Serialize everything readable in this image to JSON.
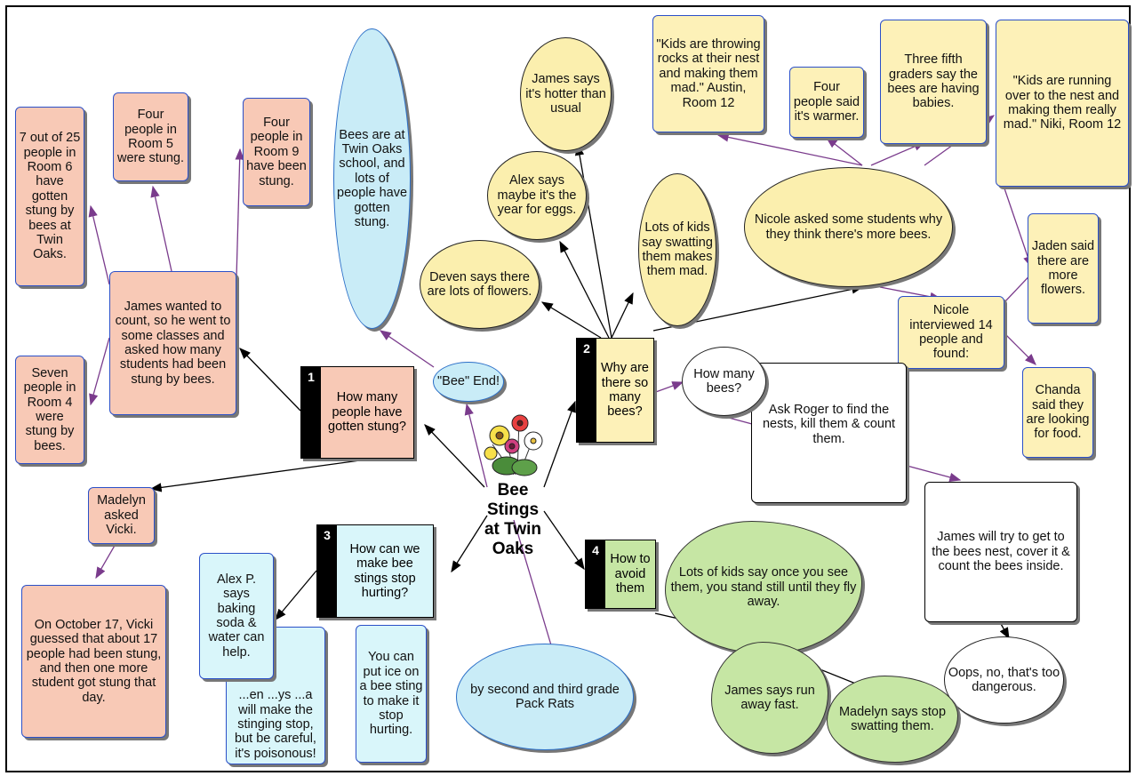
{
  "title": "Bee Stings at Twin Oaks",
  "credit": "by second and third grade Pack Rats",
  "bee_end": "\"Bee\" End!",
  "questions": {
    "q1": {
      "num": "1",
      "text": "How many people have gotten stung?"
    },
    "q2": {
      "num": "2",
      "text": "Why are there so many bees?"
    },
    "q3": {
      "num": "3",
      "text": "How can we make bee stings stop hurting?"
    },
    "q4": {
      "num": "4",
      "text": "How to avoid them"
    }
  },
  "nodes": {
    "room6": "7 out of 25 people in Room 6 have gotten stung by bees at Twin Oaks.",
    "room5": "Four people in Room 5 were stung.",
    "room9": "Four people in Room 9 have been stung.",
    "bees_at_school": "Bees are at Twin Oaks school, and lots of people have gotten stung.",
    "james_count": "James wanted to count, so he went to some classes and asked how many students had been stung by bees.",
    "room4": "Seven people in Room 4 were stung by bees.",
    "madelyn_asked": "Madelyn asked Vicki.",
    "vicki": "On October 17, Vicki guessed that about 17 people had been stung, and then one more student got stung that day.",
    "alexp": "Alex P. says baking soda & water can help.",
    "poison_partial": "...en ...ys ...a will make the stinging stop, but be careful, it's poisonous!",
    "ice": "You can put ice on a bee sting to make it stop hurting.",
    "james_hotter": "James says it's hotter than usual",
    "alex_eggs": "Alex says maybe it's the year for eggs.",
    "deven": "Deven says there are lots of flowers.",
    "swatting_mad": "Lots of kids say swatting them makes them mad.",
    "austin": "\"Kids are throwing rocks at their nest and making them mad.\" Austin, Room 12",
    "four_warmer": "Four people said it's warmer.",
    "fifth_graders": "Three fifth graders say the bees are having babies.",
    "niki": "\"Kids are running over to the nest and making them really mad.\" Niki, Room 12",
    "nicole_asked": "Nicole asked some students why they think there's more bees.",
    "jaden": "Jaden said there are more flowers.",
    "nicole_interviewed": "Nicole interviewed 14 people and found:",
    "chanda": "Chanda said they are looking for food.",
    "how_many_bees": "How many bees?",
    "roger": "Ask Roger to find the nests, kill them & count them.",
    "james_cover": "James will try to get to the bees nest, cover it & count the bees inside.",
    "oops": "Oops, no, that's too dangerous.",
    "stand_still": "Lots of kids say once you see them, you stand still until they fly away.",
    "run_away": "James says run away fast.",
    "stop_swatting": "Madelyn says stop swatting them."
  },
  "colors": {
    "pink": "#f8c9b6",
    "cyan": "#d9f6fa",
    "yellow": "#fdf1b8",
    "oval_yellow": "#fbefae",
    "oval_cyan": "#c9ecf7",
    "cloud_green": "#c6e6a4",
    "link_purple": "#7a3b8c",
    "link_black": "#000000"
  }
}
